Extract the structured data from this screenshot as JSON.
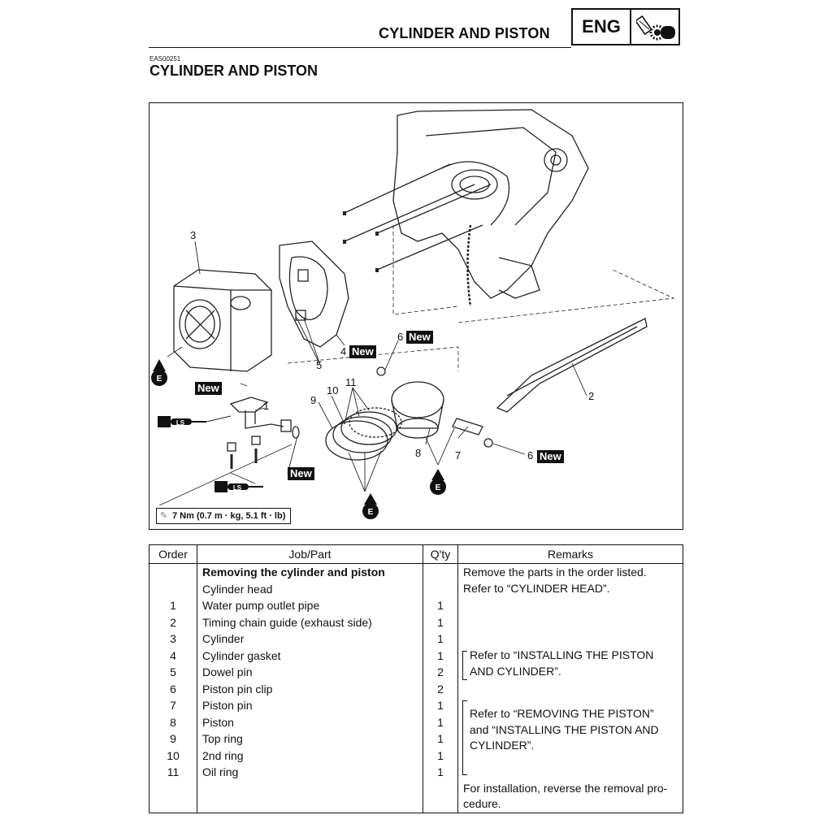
{
  "header": {
    "section_title": "CYLINDER AND PISTON",
    "badge_label": "ENG",
    "badge_icon": "engine-gear-icon"
  },
  "doc_code": "EAS00251",
  "page_title": "CYLINDER AND PISTON",
  "figure": {
    "callouts": [
      "1",
      "2",
      "3",
      "4",
      "5",
      "6",
      "6",
      "7",
      "8",
      "9",
      "10",
      "11"
    ],
    "new_label": "New",
    "lube_oil": "E",
    "lube_sealant": "LS",
    "torque_spec": "7 Nm (0.7 m · kg, 5.1 ft · lb)"
  },
  "table": {
    "headers": {
      "order": "Order",
      "part": "Job/Part",
      "qty": "Q'ty",
      "remarks": "Remarks"
    },
    "rows": [
      {
        "order": "",
        "part": "Removing the cylinder and piston",
        "qty": "",
        "bold": true
      },
      {
        "order": "",
        "part": "Cylinder head",
        "qty": ""
      },
      {
        "order": "1",
        "part": "Water pump outlet pipe",
        "qty": "1"
      },
      {
        "order": "2",
        "part": "Timing chain guide (exhaust side)",
        "qty": "1"
      },
      {
        "order": "3",
        "part": "Cylinder",
        "qty": "1"
      },
      {
        "order": "4",
        "part": "Cylinder gasket",
        "qty": "1"
      },
      {
        "order": "5",
        "part": "Dowel pin",
        "qty": "2"
      },
      {
        "order": "6",
        "part": "Piston pin clip",
        "qty": "2"
      },
      {
        "order": "7",
        "part": "Piston pin",
        "qty": "1"
      },
      {
        "order": "8",
        "part": "Piston",
        "qty": "1"
      },
      {
        "order": "9",
        "part": "Top ring",
        "qty": "1"
      },
      {
        "order": "10",
        "part": "2nd ring",
        "qty": "1"
      },
      {
        "order": "11",
        "part": "Oil ring",
        "qty": "1"
      }
    ],
    "remarks": {
      "line1": "Remove the parts in the order listed.",
      "line2": "Refer to “CYLINDER HEAD”.",
      "group1_a": "Refer to “INSTALLING THE PISTON",
      "group1_b": "AND CYLINDER”.",
      "group2_a": "Refer to “REMOVING THE PISTON”",
      "group2_b": "and “INSTALLING THE PISTON AND",
      "group2_c": "CYLINDER”.",
      "final_a": "For installation, reverse the removal pro-",
      "final_b": "cedure."
    }
  }
}
